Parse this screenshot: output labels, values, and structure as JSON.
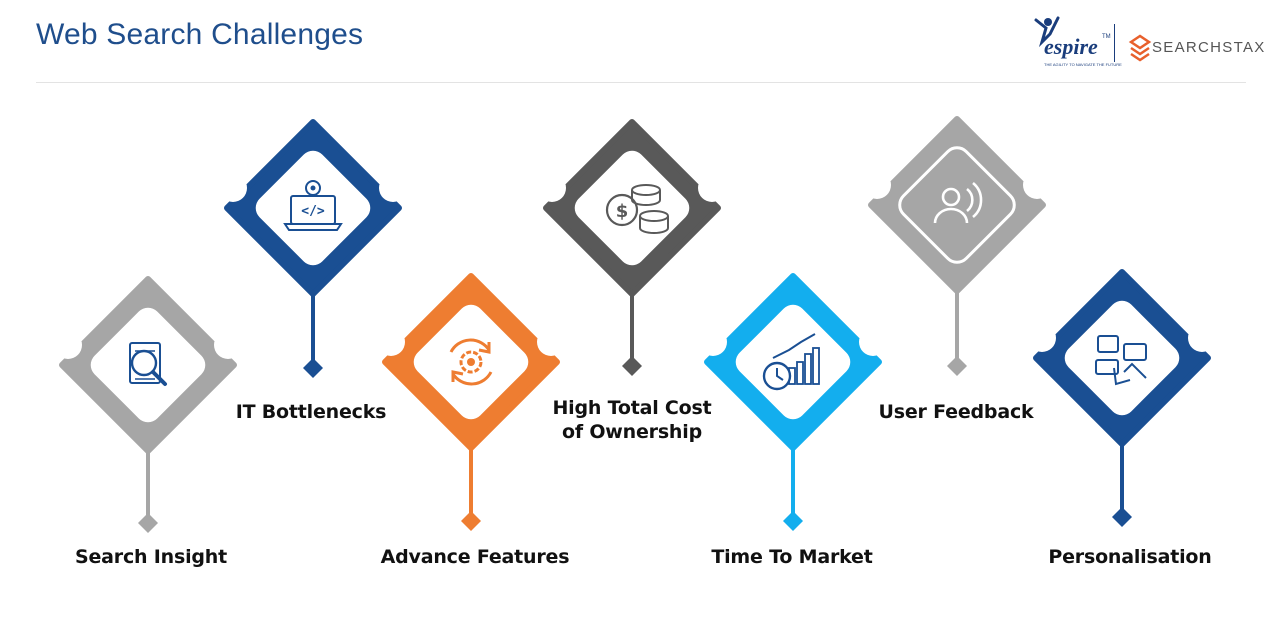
{
  "header": {
    "title": "Web Search Challenges"
  },
  "logos": {
    "espire": {
      "name": "espire",
      "trademark": "TM",
      "tagline": "THE AGILITY TO NAVIGATE THE FUTURE"
    },
    "searchstax": {
      "name": "SEARCHSTAX",
      "accent": "#e8602c"
    }
  },
  "colors": {
    "gray": "#a6a6a6",
    "blue": "#1a4f93",
    "orange": "#ee7d31",
    "darkgray": "#595959",
    "skyblue": "#13aeee",
    "icon": "#1a4f93"
  },
  "challenges": [
    {
      "label": "Search Insight",
      "color": "gray",
      "icon": "document-search-icon"
    },
    {
      "label": "IT Bottlenecks",
      "color": "blue",
      "icon": "laptop-code-gear-icon"
    },
    {
      "label": "Advance Features",
      "color": "orange",
      "icon": "gear-cycle-icon"
    },
    {
      "label": "High Total Cost\nof Ownership",
      "color": "darkgray",
      "icon": "dollar-coins-icon"
    },
    {
      "label": "Time To Market",
      "color": "skyblue",
      "icon": "stopwatch-chart-icon"
    },
    {
      "label": "User Feedback",
      "color": "gray",
      "icon": "user-voice-icon"
    },
    {
      "label": "Personalisation",
      "color": "blue",
      "icon": "content-cards-icon"
    }
  ]
}
